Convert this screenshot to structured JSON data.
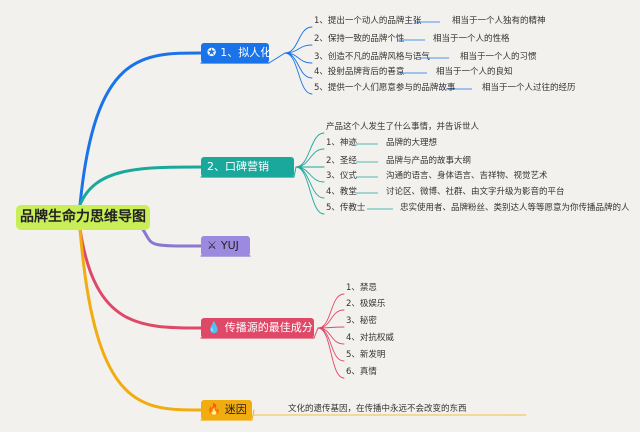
{
  "root": {
    "label": "品牌生命力思维导图"
  },
  "branches": [
    {
      "id": "b1",
      "label": "1、拟人化",
      "icon": "award-ribbon-icon",
      "color": "#1a73e8",
      "children": [
        {
          "label": "1、提出一个动人的品牌主张",
          "note": "相当于一个人独有的精神"
        },
        {
          "label": "2、保持一致的品牌个性",
          "note": "相当于一个人的性格"
        },
        {
          "label": "3、创造不凡的品牌风格与语气",
          "note": "相当于一个人的习惯"
        },
        {
          "label": "4、投射品牌背后的善意",
          "note": "相当于一个人的良知"
        },
        {
          "label": "5、提供一个人们愿意参与的品牌故事",
          "note": "相当于一个人过往的经历"
        }
      ]
    },
    {
      "id": "b2",
      "label": "2、口碑营销",
      "icon": "",
      "color": "#1aa89c",
      "children": [
        {
          "label": "产品这个人发生了什么事情，并告诉世人",
          "note": ""
        },
        {
          "label": "1、神迹",
          "note": "品牌的大理想"
        },
        {
          "label": "2、圣经",
          "note": "品牌与产品的故事大纲"
        },
        {
          "label": "3、仪式",
          "note": "沟通的语言、身体语言、吉祥物、视觉艺术"
        },
        {
          "label": "4、教堂",
          "note": "讨论区、微博、社群、由文字升级为影音的平台"
        },
        {
          "label": "5、传教士",
          "note": "忠实使用者、品牌粉丝、类别达人等等愿意为你传播品牌的人"
        }
      ]
    },
    {
      "id": "b3",
      "label": "YUJ",
      "icon": "crossed-tools-icon",
      "color": "#8a78cf",
      "children": []
    },
    {
      "id": "b4",
      "label": "传播源的最佳成分",
      "icon": "water-drop-icon",
      "color": "#e04868",
      "children": [
        {
          "label": "1、禁忌",
          "note": ""
        },
        {
          "label": "2、极娱乐",
          "note": ""
        },
        {
          "label": "3、秘密",
          "note": ""
        },
        {
          "label": "4、对抗权威",
          "note": ""
        },
        {
          "label": "5、新发明",
          "note": ""
        },
        {
          "label": "6、真情",
          "note": ""
        }
      ]
    },
    {
      "id": "b5",
      "label": "迷因",
      "icon": "flame-icon",
      "color": "#f1ac10",
      "children": [
        {
          "label": "文化的遗传基因，在传播中永远不会改变的东西",
          "note": ""
        }
      ]
    }
  ]
}
